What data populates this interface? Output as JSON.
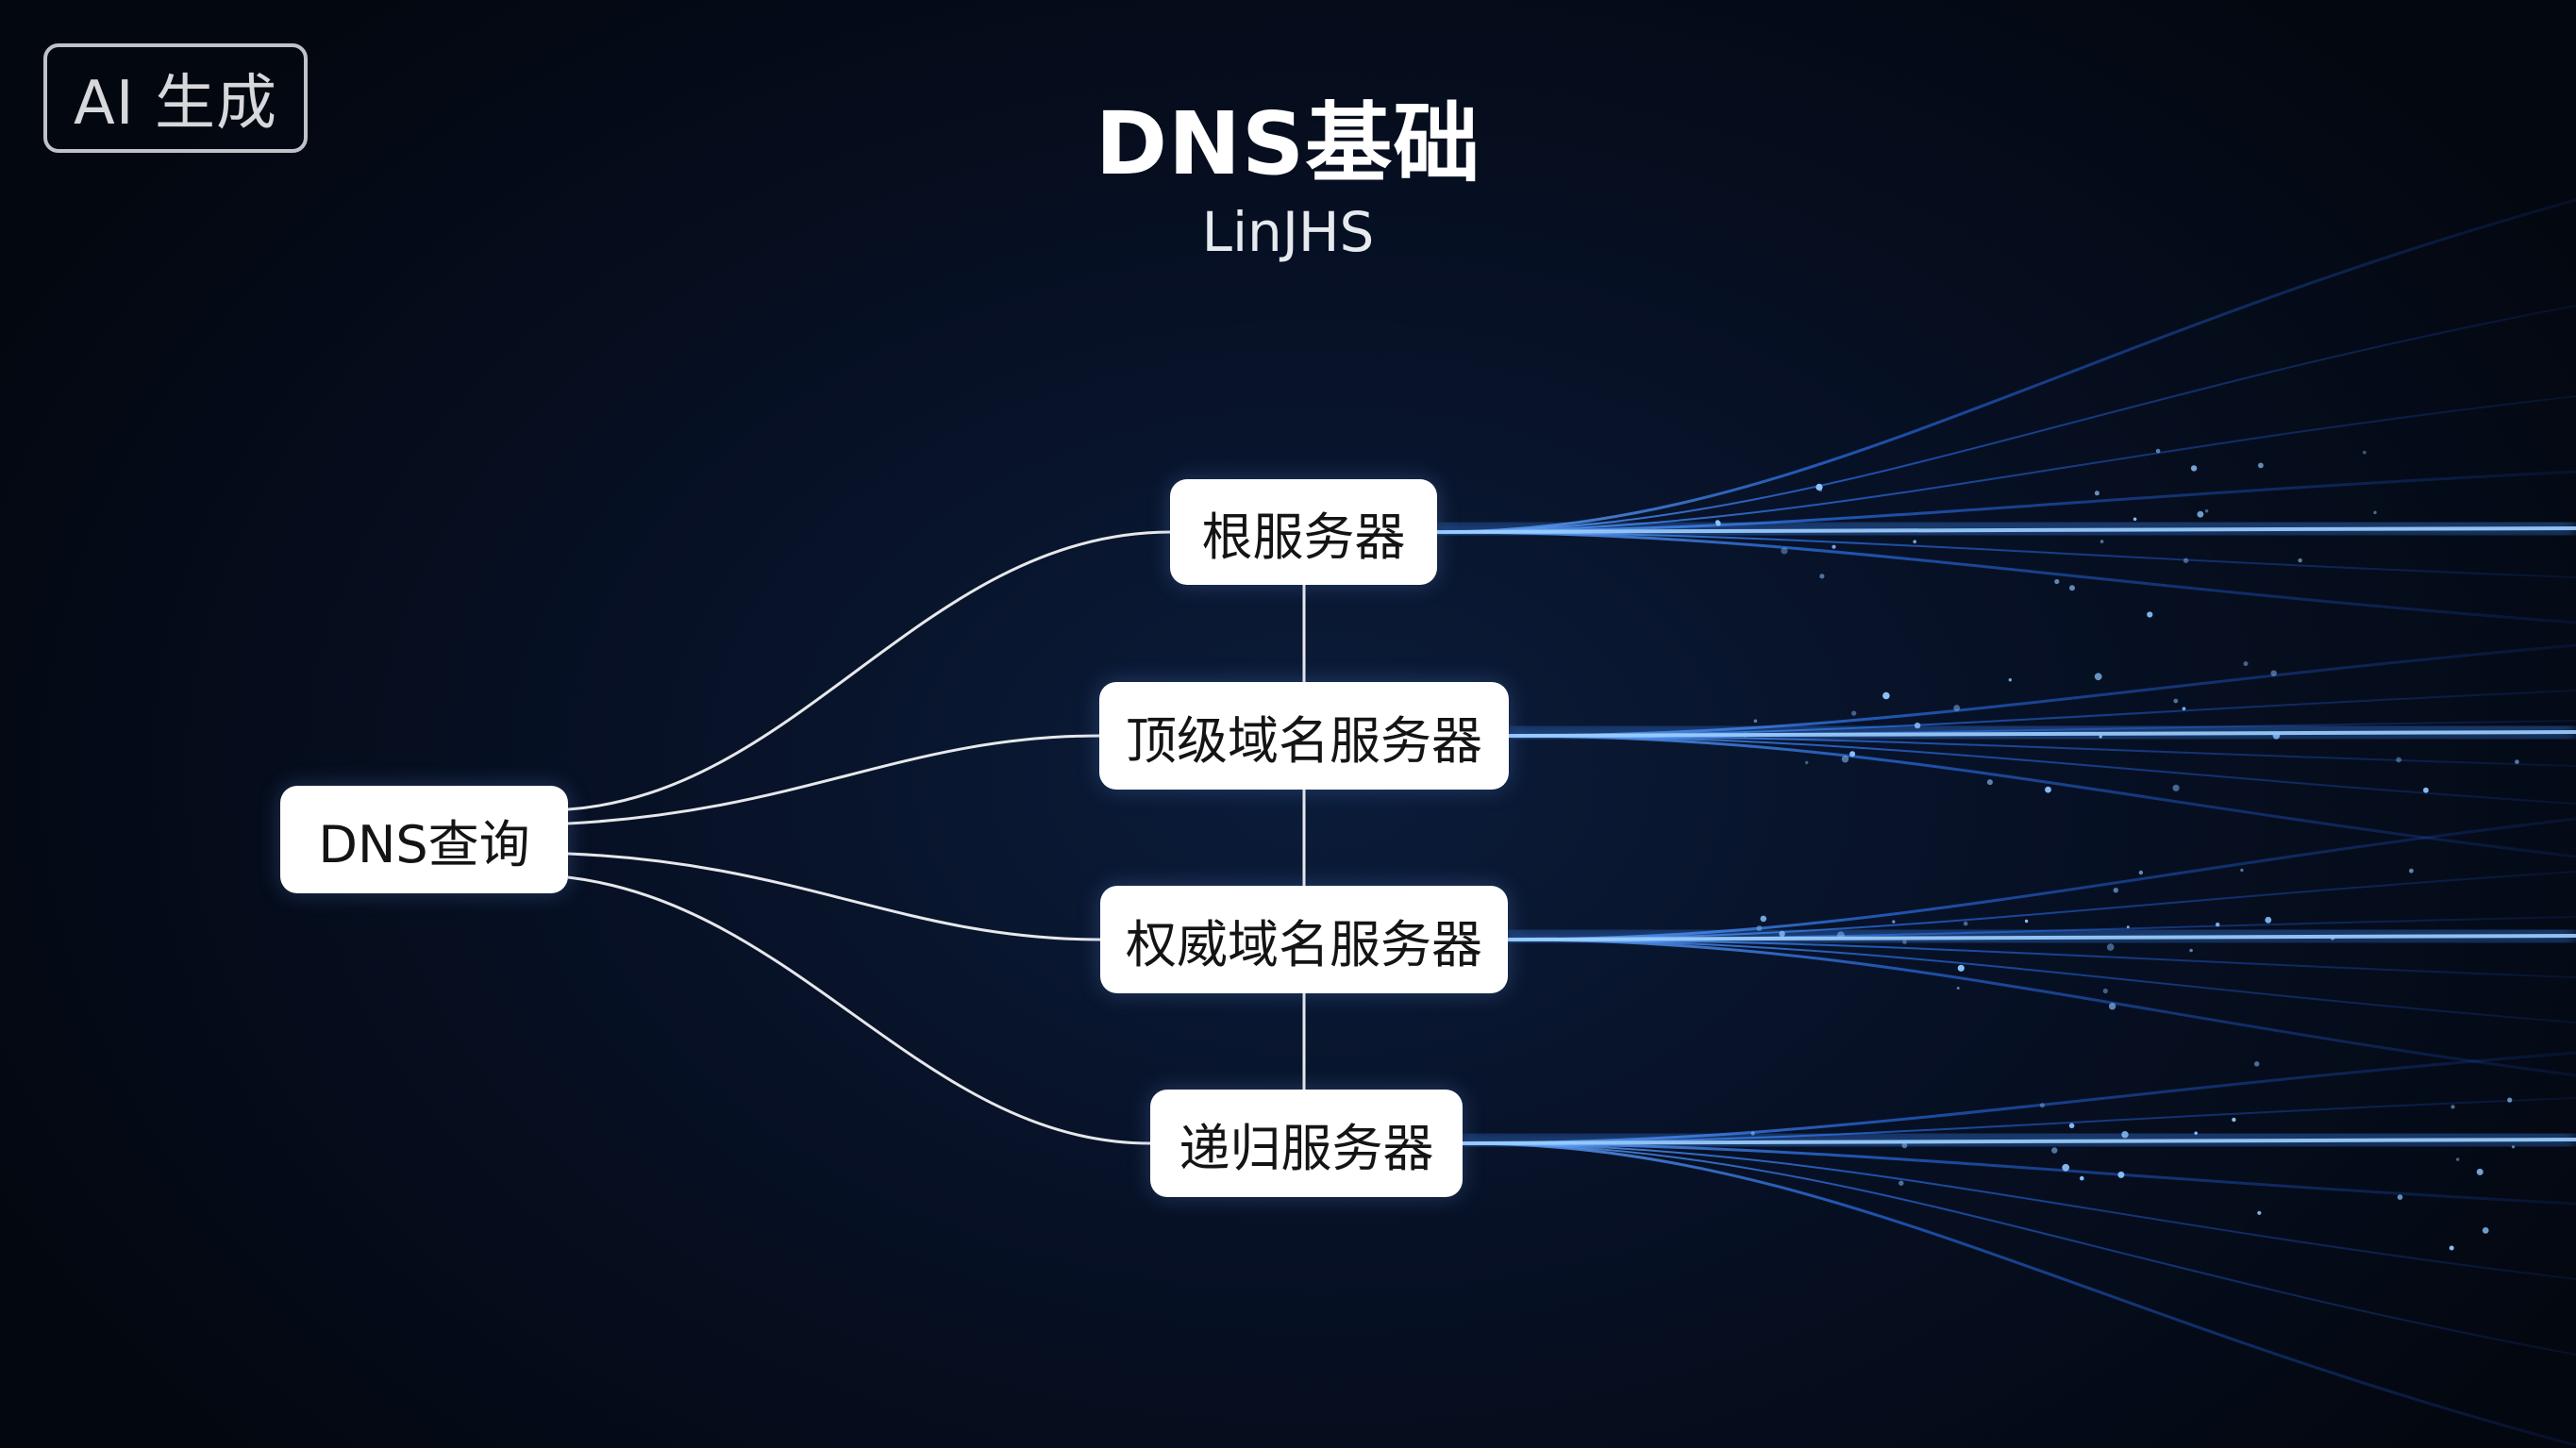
{
  "badge": {
    "text": "AI 生成"
  },
  "header": {
    "title": "DNS基础",
    "subtitle": "LinJHS"
  },
  "diagram": {
    "root": {
      "label": "DNS查询"
    },
    "servers": [
      {
        "label": "根服务器"
      },
      {
        "label": "顶级域名服务器"
      },
      {
        "label": "权威域名服务器"
      },
      {
        "label": "递归服务器"
      }
    ]
  },
  "colors": {
    "background": "#050b18",
    "node_fill": "#ffffff",
    "node_text": "#141414",
    "connector": "#ffffff",
    "light_streak": "#2f7bff",
    "badge_border": "#bfc3c9"
  }
}
